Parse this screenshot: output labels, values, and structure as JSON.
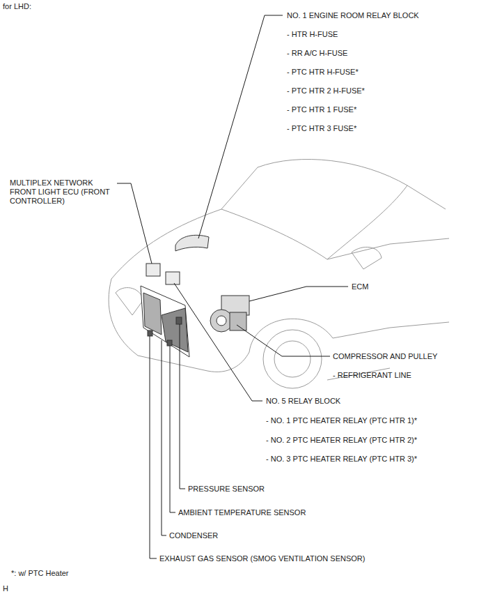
{
  "diagram": {
    "title": "for LHD:",
    "labels": [
      "NO. 1 ENGINE ROOM RELAY BLOCK",
      "- HTR H-FUSE",
      "- RR A/C H-FUSE",
      "- PTC HTR H-FUSE*",
      "- PTC HTR 2 H-FUSE*",
      "- PTC HTR 1 FUSE*",
      "- PTC HTR 3 FUSE*",
      "MULTIPLEX NETWORK FRONT LIGHT ECU (FRONT CONTROLLER)",
      "ECM",
      "COMPRESSOR AND PULLEY",
      "- REFRIGERANT LINE",
      "NO. 5 RELAY BLOCK",
      "- NO. 1 PTC HEATER RELAY (PTC HTR 1)*",
      "- NO. 2 PTC HEATER RELAY (PTC HTR 2)*",
      "- NO. 3 PTC HEATER RELAY (PTC HTR 3)*",
      "PRESSURE SENSOR",
      "AMBIENT TEMPERATURE SENSOR",
      "CONDENSER",
      "EXHAUST GAS SENSOR (SMOG VENTILATION SENSOR)",
      "*: w/ PTC Heater",
      "H"
    ]
  }
}
